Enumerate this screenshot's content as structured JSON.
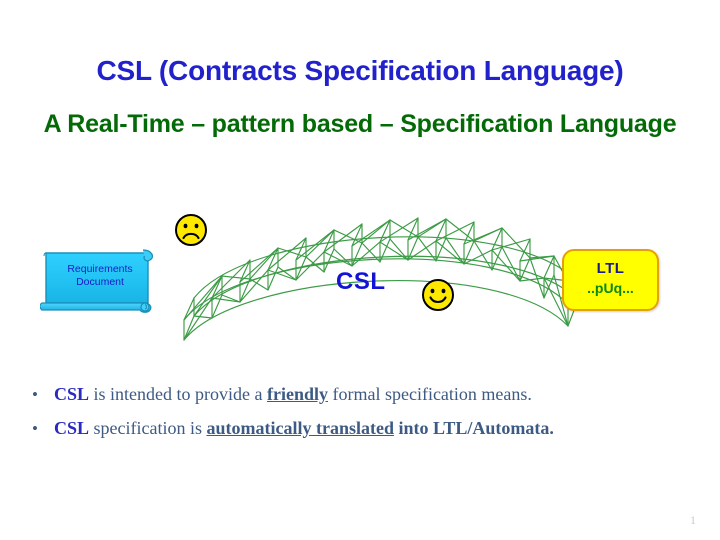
{
  "slide": {
    "title": "CSL (Contracts Specification Language)",
    "subtitle": "A Real-Time – pattern based – Specification Language",
    "page_number": "1"
  },
  "diagram": {
    "requirements_document": {
      "line1": "Requirements",
      "line2": "Document",
      "fill_color": "#29c3f0",
      "border_color": "#1b8fb8",
      "text_color": "#1c1cc8"
    },
    "bridge": {
      "label": "CSL",
      "label_color": "#1313d8",
      "truss_color": "#3c9b46",
      "panels": 14
    },
    "ltl_box": {
      "line1": "LTL",
      "line2": "..pUq...",
      "fill_color": "#ffff00",
      "border_color": "#e8a000",
      "line1_color": "#1a1a8c",
      "line2_color": "#0a8a0a"
    },
    "faces": [
      {
        "name": "sad-face",
        "mood": "sad",
        "fill_color": "#ffe800"
      },
      {
        "name": "happy-face",
        "mood": "happy",
        "fill_color": "#ffe800"
      }
    ]
  },
  "bullets": [
    {
      "marker": "•",
      "segments": [
        {
          "text": "CSL",
          "style": "keyword"
        },
        {
          "text": " is intended to provide a ",
          "style": "plain"
        },
        {
          "text": "friendly",
          "style": "underline"
        },
        {
          "text": " formal specification means.",
          "style": "plain"
        }
      ],
      "full_text": "CSL is intended to provide a friendly formal specification means."
    },
    {
      "marker": "•",
      "segments": [
        {
          "text": "CSL",
          "style": "keyword"
        },
        {
          "text": " specification is ",
          "style": "plain"
        },
        {
          "text": "automatically translated",
          "style": "underline"
        },
        {
          "text": " into LTL/Automata.",
          "style": "plain"
        }
      ],
      "full_text": "CSL specification is automatically translated into LTL/Automata."
    }
  ],
  "colors": {
    "title": "#2222cc",
    "subtitle": "#046a07",
    "body_text": "#3c5a84",
    "keyword": "#2a2ac0"
  }
}
